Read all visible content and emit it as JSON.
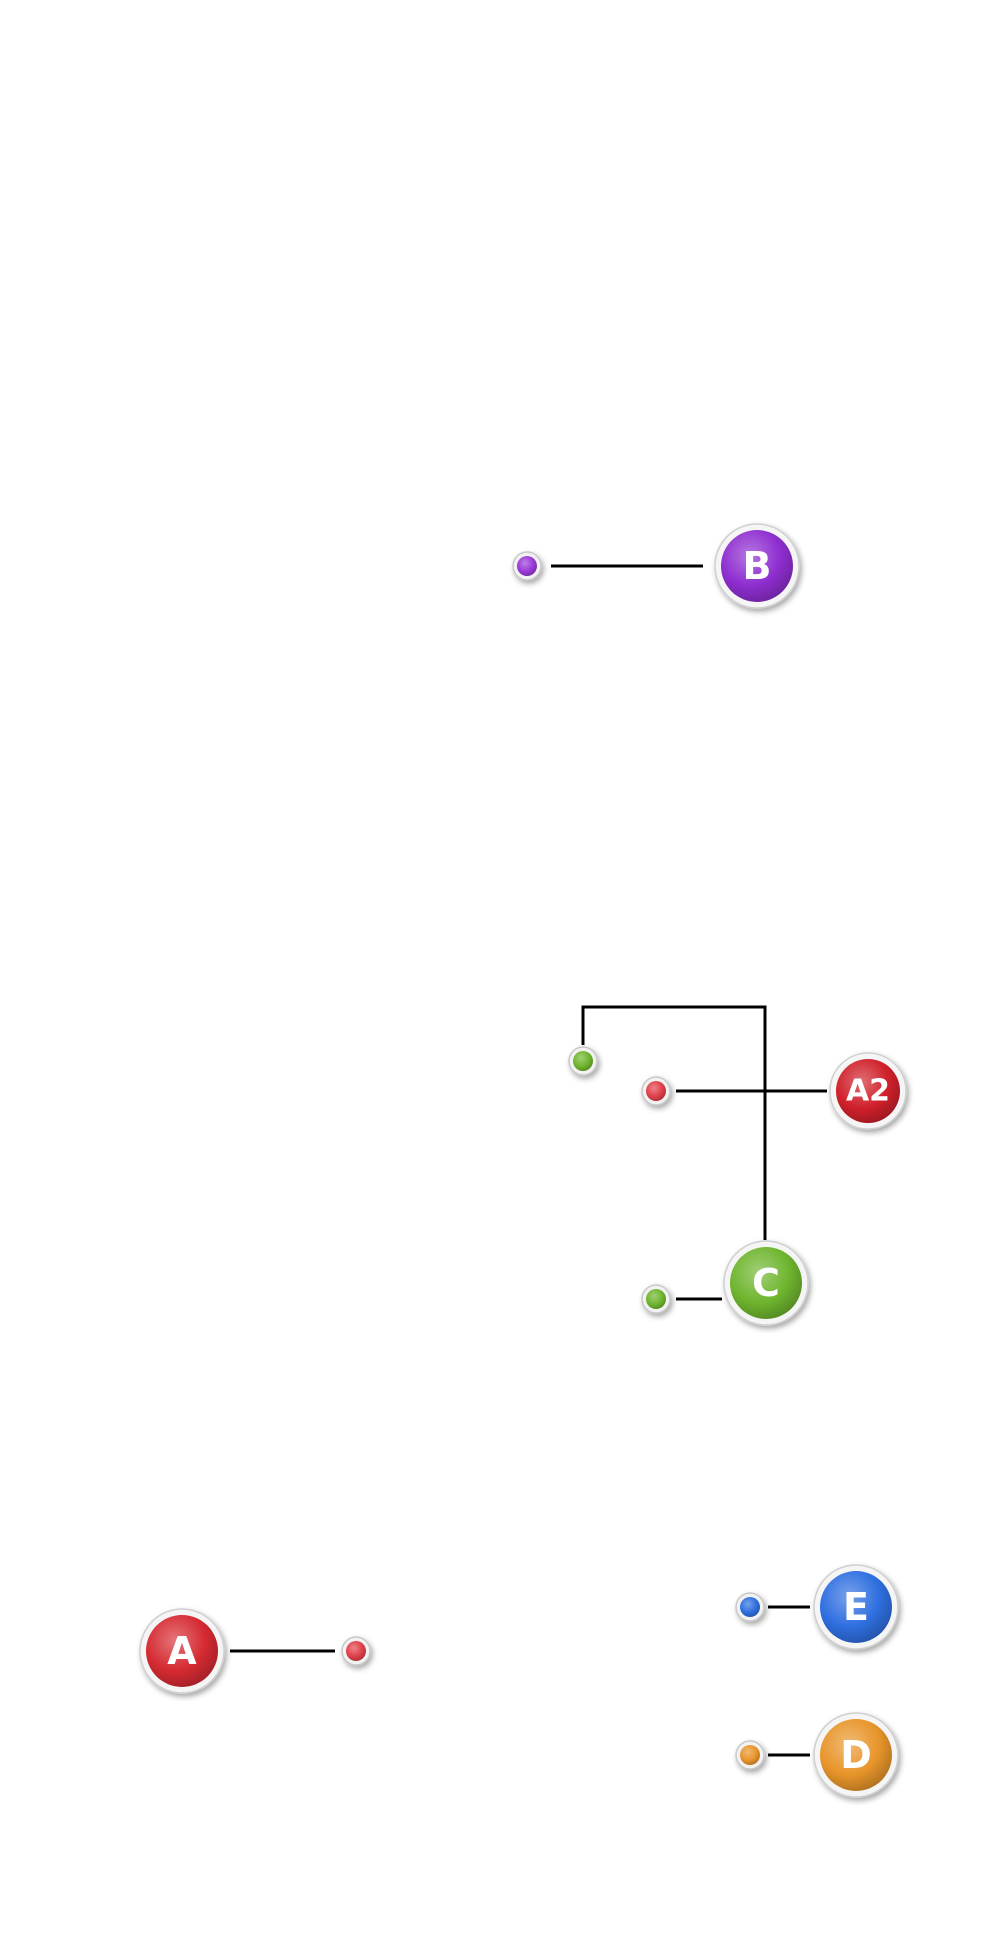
{
  "diagram": {
    "background": "#ffffff",
    "line_color": "#000000",
    "nodes": [
      {
        "id": "B",
        "label": "B",
        "color": "#8e2ed0",
        "dot_color": "#9a3ad8"
      },
      {
        "id": "A2",
        "label": "A2",
        "color": "#d0202a",
        "dot_color": "#e0404a"
      },
      {
        "id": "C",
        "label": "C",
        "color": "#6fb52e",
        "dot_color": "#6fb52e"
      },
      {
        "id": "A",
        "label": "A",
        "color": "#d62a32",
        "dot_color": "#e0404a"
      },
      {
        "id": "E",
        "label": "E",
        "color": "#2f6fe0",
        "dot_color": "#2f6fe0"
      },
      {
        "id": "D",
        "label": "D",
        "color": "#e8952a",
        "dot_color": "#e8952a"
      }
    ],
    "extra_dots": [
      {
        "id": "C-upper",
        "color": "#6fb52e"
      }
    ]
  }
}
